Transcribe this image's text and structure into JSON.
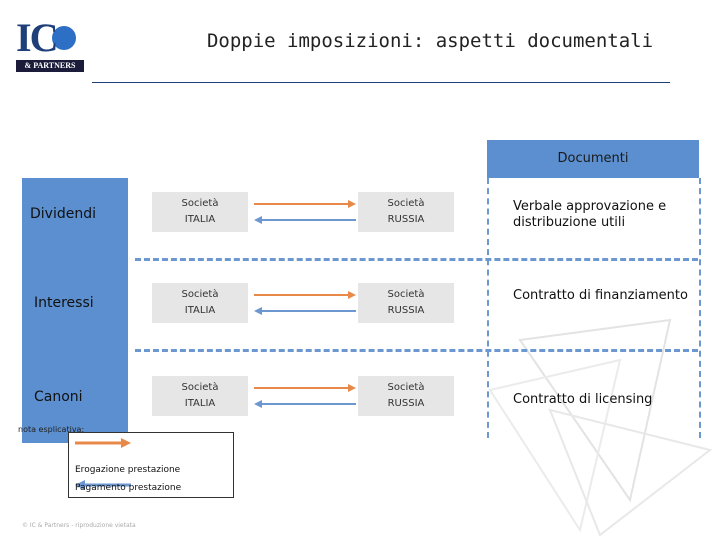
{
  "logo": {
    "text": "IC",
    "subtext": "& PARTNERS"
  },
  "title": "Doppie imposizioni: aspetti documentali",
  "documents_header": "Documenti",
  "rows": [
    {
      "label": "Dividendi",
      "left_company": {
        "line1": "Società",
        "line2": "ITALIA"
      },
      "right_company": {
        "line1": "Società",
        "line2": "RUSSIA"
      },
      "document_line1": "Verbale approvazione e",
      "document_line2": "distribuzione utili"
    },
    {
      "label": "Interessi",
      "left_company": {
        "line1": "Società",
        "line2": "ITALIA"
      },
      "right_company": {
        "line1": "Società",
        "line2": "RUSSIA"
      },
      "document_line1": "Contratto di finanziamento",
      "document_line2": ""
    },
    {
      "label": "Canoni",
      "left_company": {
        "line1": "Società",
        "line2": "ITALIA"
      },
      "right_company": {
        "line1": "Società",
        "line2": "RUSSIA"
      },
      "document_line1": "Contratto di licensing",
      "document_line2": ""
    }
  ],
  "legend": {
    "title": "nota esplicativa:",
    "orange_label": "Erogazione prestazione",
    "blue_label": "Pagamento prestazione"
  },
  "colors": {
    "accent_blue": "#5b8fcf",
    "arrow_orange": "#e8894a",
    "arrow_blue": "#6c97d0",
    "box_gray": "#e6e6e6"
  },
  "copyright": "© IC & Partners - riproduzione vietata"
}
